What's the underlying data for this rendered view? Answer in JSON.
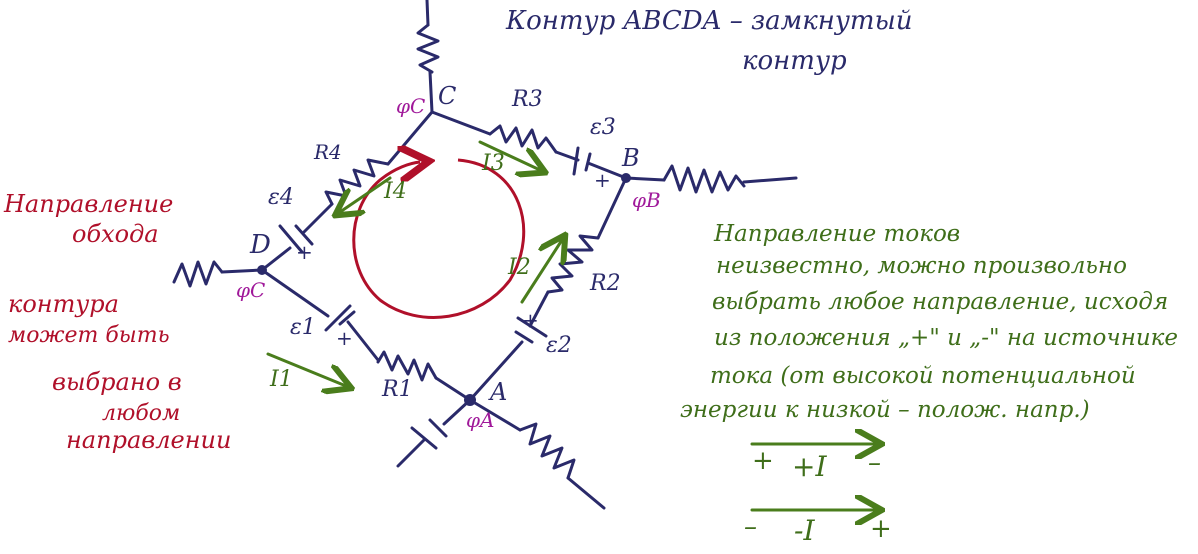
{
  "title": {
    "line1": "Контур ABCDA – замкнутый",
    "line2": "контур"
  },
  "bypass": {
    "lines": [
      "Направление",
      "обхода",
      "контура",
      "может быть",
      "выбрано в",
      "любом",
      "направлении"
    ]
  },
  "explanation": {
    "lines": [
      "Направление токов",
      "неизвестно, можно произвольно",
      "выбрать любое направление, исходя",
      "из положения „+\" и „-\" на источнике",
      "тока (от высокой потенциальной",
      "энергии к низкой – полож. напр.)"
    ]
  },
  "legend": {
    "positive": {
      "left_sign": "+",
      "label": "+I",
      "right_sign": "–"
    },
    "negative": {
      "left_sign": "–",
      "label": "-I",
      "right_sign": "+"
    }
  },
  "nodes": {
    "A": "A",
    "B": "B",
    "C": "C",
    "D": "D"
  },
  "potentials": {
    "A": "φA",
    "B": "φB",
    "C": "φC",
    "D": "φC"
  },
  "resistors": {
    "R1": "R1",
    "R2": "R2",
    "R3": "R3",
    "R4": "R4"
  },
  "emfs": {
    "E1": "ε1",
    "E2": "ε2",
    "E3": "ε3",
    "E4": "ε4"
  },
  "currents": {
    "I1": "I1",
    "I2": "I2",
    "I3": "I3",
    "I4": "I4"
  },
  "plus_sign": "+",
  "colors": {
    "wire": "#2a2a6a",
    "loop": "#b0102a",
    "current": "#4a7d1c",
    "potential": "#a0199a"
  }
}
